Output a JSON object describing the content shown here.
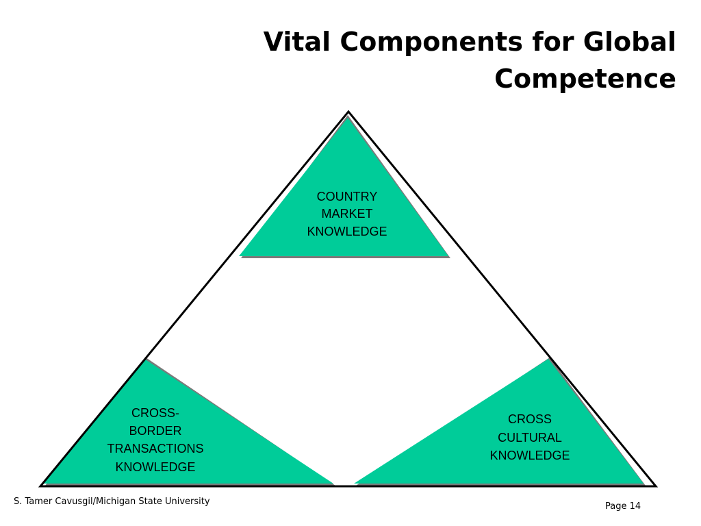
{
  "slide": {
    "title_line1": "Vital Components for Global",
    "title_line2": "Competence"
  },
  "diagram": {
    "fill_color": "#00CC99",
    "outline_color": "#000000",
    "components": {
      "top": [
        "COUNTRY",
        "MARKET",
        "KNOWLEDGE"
      ],
      "bottom_left": [
        "CROSS-",
        "BORDER",
        "TRANSACTIONS",
        "KNOWLEDGE"
      ],
      "bottom_right": [
        "CROSS",
        "CULTURAL",
        "KNOWLEDGE"
      ]
    }
  },
  "footer": {
    "credit": "S. Tamer Cavusgil/Michigan State University",
    "page": "Page 14"
  }
}
